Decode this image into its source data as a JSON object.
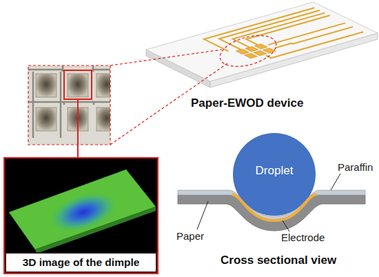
{
  "diagram": {
    "nodes": [
      {
        "text": [
          "3D image of the dimple"
        ]
      },
      {
        "text": [
          "Droplet"
        ]
      }
    ],
    "labels": [
      "Paper-EWOD device",
      "Cross sectional view",
      "Paraffin",
      "Paper",
      "Electrode"
    ]
  }
}
